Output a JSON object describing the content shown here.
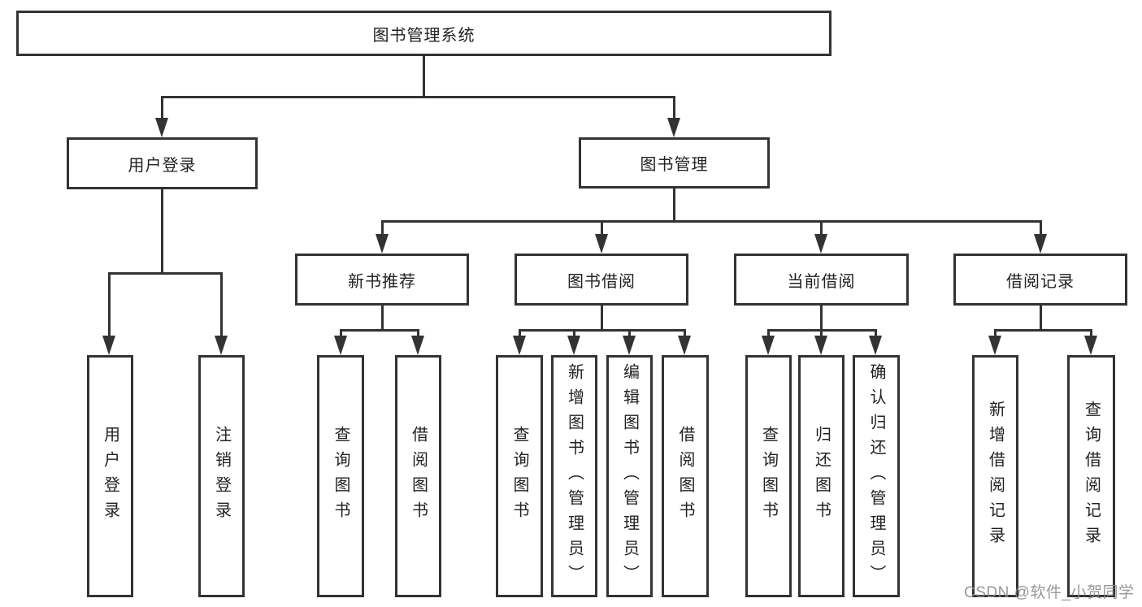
{
  "tree": {
    "label": "图书管理系统",
    "children": [
      {
        "label": "用户登录",
        "children": [
          {
            "label": "用户登录"
          },
          {
            "label": "注销登录"
          }
        ]
      },
      {
        "label": "图书管理",
        "children": [
          {
            "label": "新书推荐",
            "children": [
              {
                "label": "查询图书"
              },
              {
                "label": "借阅图书"
              }
            ]
          },
          {
            "label": "图书借阅",
            "children": [
              {
                "label": "查询图书"
              },
              {
                "label": "新增图书（管理员）"
              },
              {
                "label": "编辑图书（管理员）"
              },
              {
                "label": "借阅图书"
              }
            ]
          },
          {
            "label": "当前借阅",
            "children": [
              {
                "label": "查询图书"
              },
              {
                "label": "归还图书"
              },
              {
                "label": "确认归还（管理员）"
              }
            ]
          },
          {
            "label": "借阅记录",
            "children": [
              {
                "label": "新增借阅记录"
              },
              {
                "label": "查询借阅记录"
              }
            ]
          }
        ]
      }
    ]
  },
  "watermark": "CSDN @软件_小贺同学",
  "colors": {
    "line": "#333333",
    "text": "#222222",
    "watermark": "#8c8c8c",
    "background": "#ffffff"
  }
}
